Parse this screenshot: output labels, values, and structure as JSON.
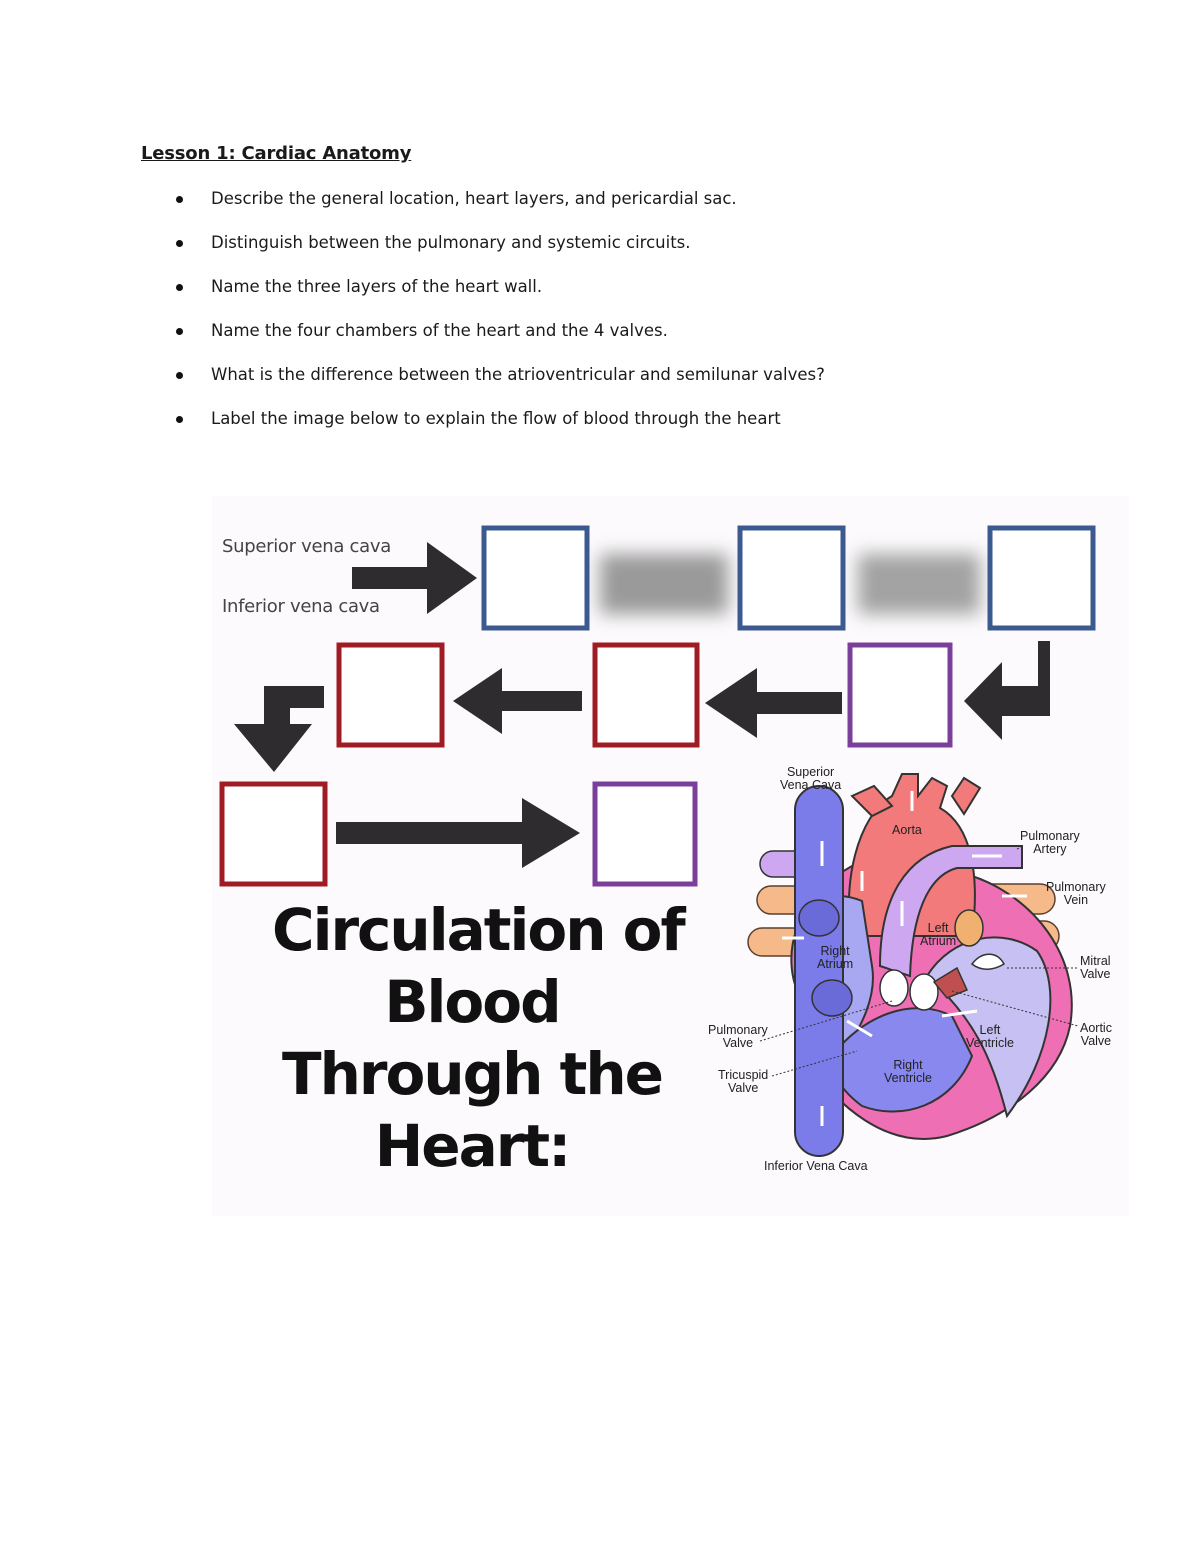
{
  "lesson": {
    "title": "Lesson 1: Cardiac Anatomy",
    "objectives": [
      "Describe the general location, heart layers, and pericardial sac.",
      "Distinguish between the pulmonary and systemic circuits.",
      "Name the three layers of the heart wall.",
      "Name the four chambers of the heart and the 4 valves.",
      "What is the difference between the atrioventricular and semilunar valves?",
      "Label the image below to explain the flow of blood through the heart"
    ]
  },
  "figure": {
    "input_labels": {
      "superior": "Superior vena cava",
      "inferior": "Inferior vena cava"
    },
    "title_lines": [
      "Circulation of",
      "Blood",
      "Through the",
      "Heart:"
    ],
    "colors": {
      "deoxygenated": "#3b5a8f",
      "oxygenated": "#a01c25",
      "transition": "#7a3f9a",
      "arrow": "#2e2c2f"
    },
    "heart_labels": {
      "superior_vena_cava": [
        "Superior",
        "Vena Cava"
      ],
      "aorta": [
        "Aorta"
      ],
      "pulmonary_artery": [
        "Pulmonary",
        "Artery"
      ],
      "pulmonary_vein": [
        "Pulmonary",
        "Vein"
      ],
      "left_atrium": [
        "Left",
        "Atrium"
      ],
      "right_atrium": [
        "Right",
        "Atrium"
      ],
      "mitral_valve": [
        "Mitral",
        "Valve"
      ],
      "aortic_valve": [
        "Aortic",
        "Valve"
      ],
      "left_ventricle": [
        "Left",
        "Ventricle"
      ],
      "pulmonary_valve": [
        "Pulmonary",
        "Valve"
      ],
      "tricuspid_valve": [
        "Tricuspid",
        "Valve"
      ],
      "right_ventricle": [
        "Right",
        "Ventricle"
      ],
      "inferior_vena_cava": [
        "Inferior Vena Cava"
      ]
    }
  }
}
